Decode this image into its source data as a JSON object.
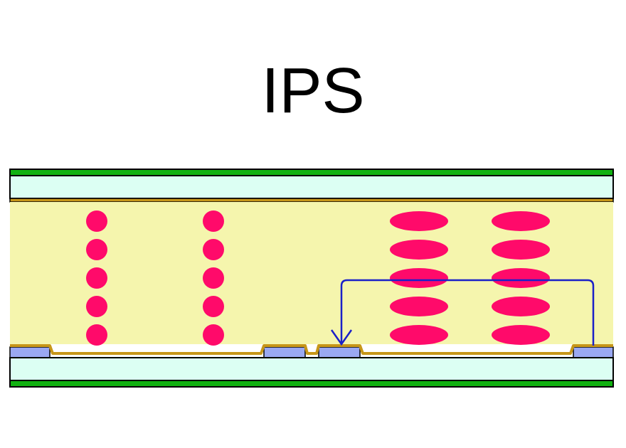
{
  "title": "IPS",
  "colors": {
    "polarizer": "#11b111",
    "glass": "#dcfff3",
    "alignment_layer": "#c79619",
    "liquid_crystal": "#f5f5ad",
    "molecule": "#ff0a6a",
    "electrode": "#9aa8f2",
    "field_line": "#1a20c8",
    "outline": "#000000"
  },
  "molecules": {
    "off_state": "circle",
    "on_state": "ellipse",
    "columns_per_state": 2,
    "molecules_per_column": 5
  },
  "field_arrow": {
    "icon": "arrow-down-icon"
  }
}
